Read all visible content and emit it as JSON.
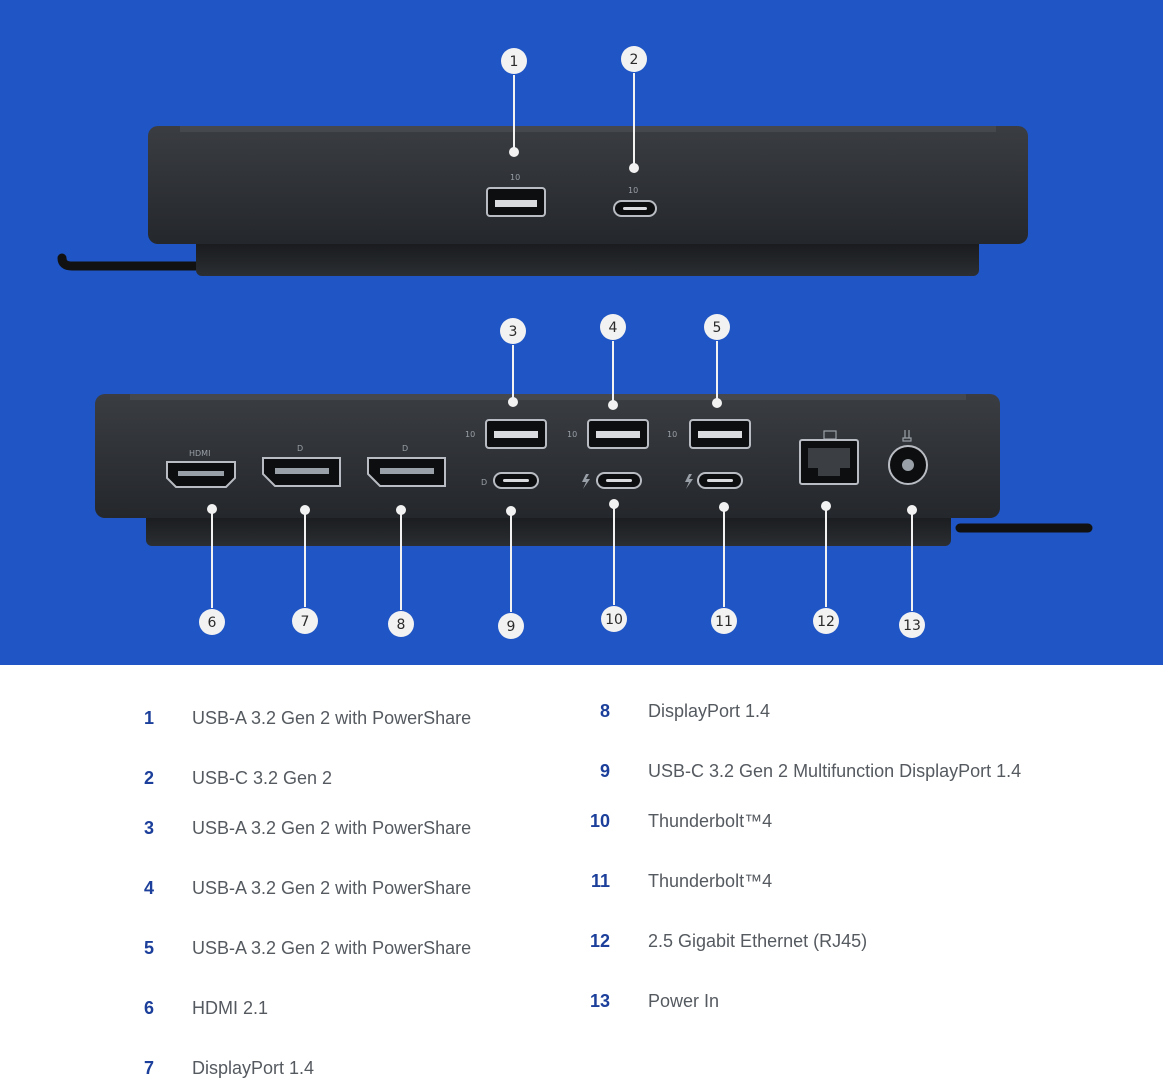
{
  "callouts": [
    "1",
    "2",
    "3",
    "4",
    "5",
    "6",
    "7",
    "8",
    "9",
    "10",
    "11",
    "12",
    "13"
  ],
  "port_marks": {
    "usb_speed": "10",
    "hdmi": "HDMI"
  },
  "legend": {
    "accent_color": "#1b3f9a",
    "text_color": "#555a60",
    "items": [
      {
        "num": "1",
        "text": "USB-A 3.2 Gen 2 with PowerShare"
      },
      {
        "num": "2",
        "text": "USB-C 3.2 Gen 2"
      },
      {
        "num": "3",
        "text": "USB-A 3.2 Gen 2 with PowerShare"
      },
      {
        "num": "4",
        "text": "USB-A 3.2 Gen 2 with PowerShare"
      },
      {
        "num": "5",
        "text": "USB-A 3.2 Gen 2 with PowerShare"
      },
      {
        "num": "6",
        "text": "HDMI 2.1"
      },
      {
        "num": "7",
        "text": "DisplayPort 1.4"
      },
      {
        "num": "8",
        "text": "DisplayPort 1.4"
      },
      {
        "num": "9",
        "text": "USB-C 3.2 Gen 2 Multifunction DisplayPort 1.4"
      },
      {
        "num": "10",
        "text": "Thunderbolt™4"
      },
      {
        "num": "11",
        "text": "Thunderbolt™4"
      },
      {
        "num": "12",
        "text": "2.5 Gigabit Ethernet (RJ45)"
      },
      {
        "num": "13",
        "text": "Power In"
      }
    ]
  },
  "colors": {
    "background_blue": "#1f55c4",
    "dock_body": "#2a2d31",
    "callout_fill": "#f2f2f2"
  }
}
